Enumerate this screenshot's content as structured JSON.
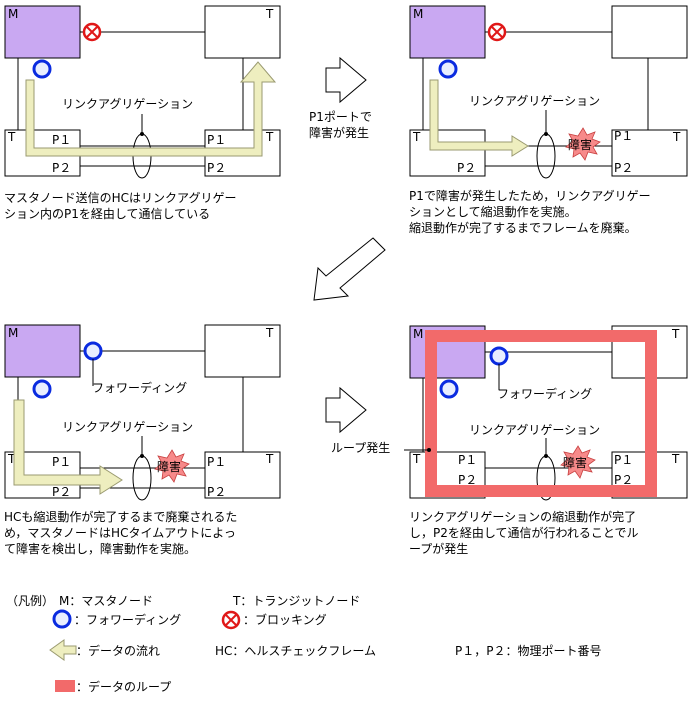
{
  "colors": {
    "master": "#c9a8f2",
    "arrow": "#eeeebf",
    "arrow_stroke": "#9a9a70",
    "loop": "#f26a6a",
    "fault": "#f78a8a",
    "forwarding": "#0a2be0",
    "blocking": "#e01818"
  },
  "labels": {
    "M": "M",
    "T": "T",
    "P1": "P１",
    "P2": "P２",
    "link_agg": "リンクアグリゲーション",
    "fault": "障害",
    "forwarding": "フォワーディング",
    "loop_occur": "ループ発生"
  },
  "transition": {
    "line1": "P1ポートで",
    "line2": "障害が発生"
  },
  "panels": {
    "p1": {
      "cap1": "マスタノード送信のHCはリンクアグリゲー",
      "cap2": "ション内のP1を経由して通信している"
    },
    "p2": {
      "cap1": "P1で障害が発生したため，リンクアグリゲー",
      "cap2": "ションとして縮退動作を実施。",
      "cap3": "縮退動作が完了するまでフレームを廃棄。"
    },
    "p3": {
      "cap1": "HCも縮退動作が完了するまで廃棄されるた",
      "cap2": "め，マスタノードはHCタイムアウトによっ",
      "cap3": "て障害を検出し，障害動作を実施。"
    },
    "p4": {
      "cap1": "リンクアグリゲーションの縮退動作が完了",
      "cap2": "し，P2を経由して通信が行われることでル",
      "cap3": "ープが発生"
    }
  },
  "legend": {
    "title": "（凡例）",
    "master": "M：マスタノード",
    "transit": "T：トランジットノード",
    "forwarding": "：フォワーディング",
    "blocking": "：ブロッキング",
    "flow": "：データの流れ",
    "hc": "HC：ヘルスチェックフレーム",
    "ports": "P１，P２：物理ポート番号",
    "loop": "：データのループ"
  }
}
